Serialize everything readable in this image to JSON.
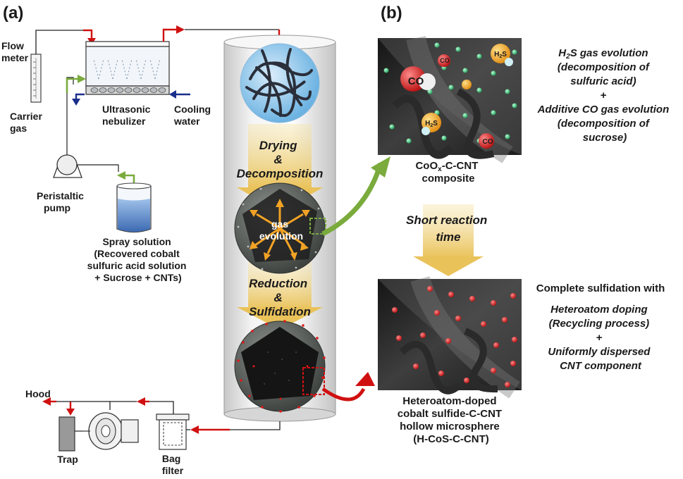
{
  "panel_labels": {
    "a": "(a)",
    "b": "(b)"
  },
  "apparatus": {
    "flow_meter": [
      "Flow",
      "meter"
    ],
    "carrier_gas": [
      "Carrier",
      "gas"
    ],
    "ultrasonic_nebulizer": [
      "Ultrasonic",
      "nebulizer"
    ],
    "cooling_water": [
      "Cooling",
      "water"
    ],
    "peristaltic_pump": [
      "Peristaltic",
      "pump"
    ],
    "spray_solution": [
      "Spray solution",
      "(Recovered cobalt",
      "sulfuric acid solution",
      "+ Sucrose + CNTs)"
    ],
    "hood": "Hood",
    "trap": "Trap",
    "bag_filter": [
      "Bag",
      "filter"
    ]
  },
  "reactor": {
    "stage1": [
      "Drying",
      "&",
      "Decomposition"
    ],
    "gas_evolution": [
      "gas",
      "evolution"
    ],
    "stage2": [
      "Reduction",
      "&",
      "Sulfidation"
    ]
  },
  "intermediate": {
    "formula_prefix": "CoO",
    "formula_sub": "x",
    "formula_suffix": "-C-CNT",
    "line2": "composite",
    "co_label": "CO",
    "h2s_main": "H",
    "h2s_sub": "2",
    "h2s_end": "S"
  },
  "gas_notes": {
    "h2s_prefix": "H",
    "h2s_sub": "2",
    "h2s_suffix": "S gas evolution",
    "lines": [
      "(decomposition of",
      "sulfuric acid)",
      "+",
      "Additive CO gas evolution",
      "(decomposition of",
      "sucrose)"
    ]
  },
  "short_reaction": [
    "Short reaction",
    "time"
  ],
  "product_notes": {
    "headline": "Complete sulfidation with",
    "lines": [
      "Heteroatom doping",
      "(Recycling process)",
      "+",
      "Uniformly dispersed",
      "CNT component"
    ]
  },
  "final_product": [
    "Heteroatom-doped",
    "cobalt sulfide-C-CNT",
    "hollow microsphere",
    "(H-CoS-C-CNT)"
  ],
  "colors": {
    "red_arrow": "#d01010",
    "blue_arrow": "#1a2f8a",
    "green_arrow": "#7aab3c",
    "yellow_arrow": "#e9c25a",
    "headline_red": "#d4141c"
  }
}
